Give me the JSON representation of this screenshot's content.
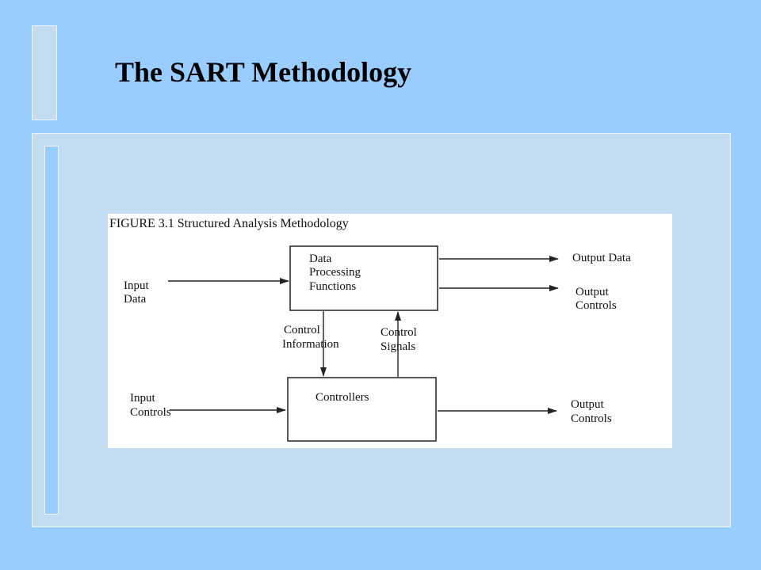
{
  "slide": {
    "title": "The SART Methodology"
  },
  "figure": {
    "caption": "FIGURE 3.1  Structured Analysis Methodology",
    "nodes": {
      "data_processing": [
        "Data",
        "Processing",
        "Functions"
      ],
      "controllers": [
        "Controllers"
      ]
    },
    "labels": {
      "input_data": [
        "Input",
        "Data"
      ],
      "input_controls": [
        "Input",
        "Controls"
      ],
      "output_data": [
        "Output Data"
      ],
      "output_controls_top": [
        "Output",
        "Controls"
      ],
      "output_controls_bottom": [
        "Output",
        "Controls"
      ],
      "control_information": [
        "Control",
        "Information"
      ],
      "control_signals": [
        "Control",
        "Signals"
      ]
    }
  }
}
